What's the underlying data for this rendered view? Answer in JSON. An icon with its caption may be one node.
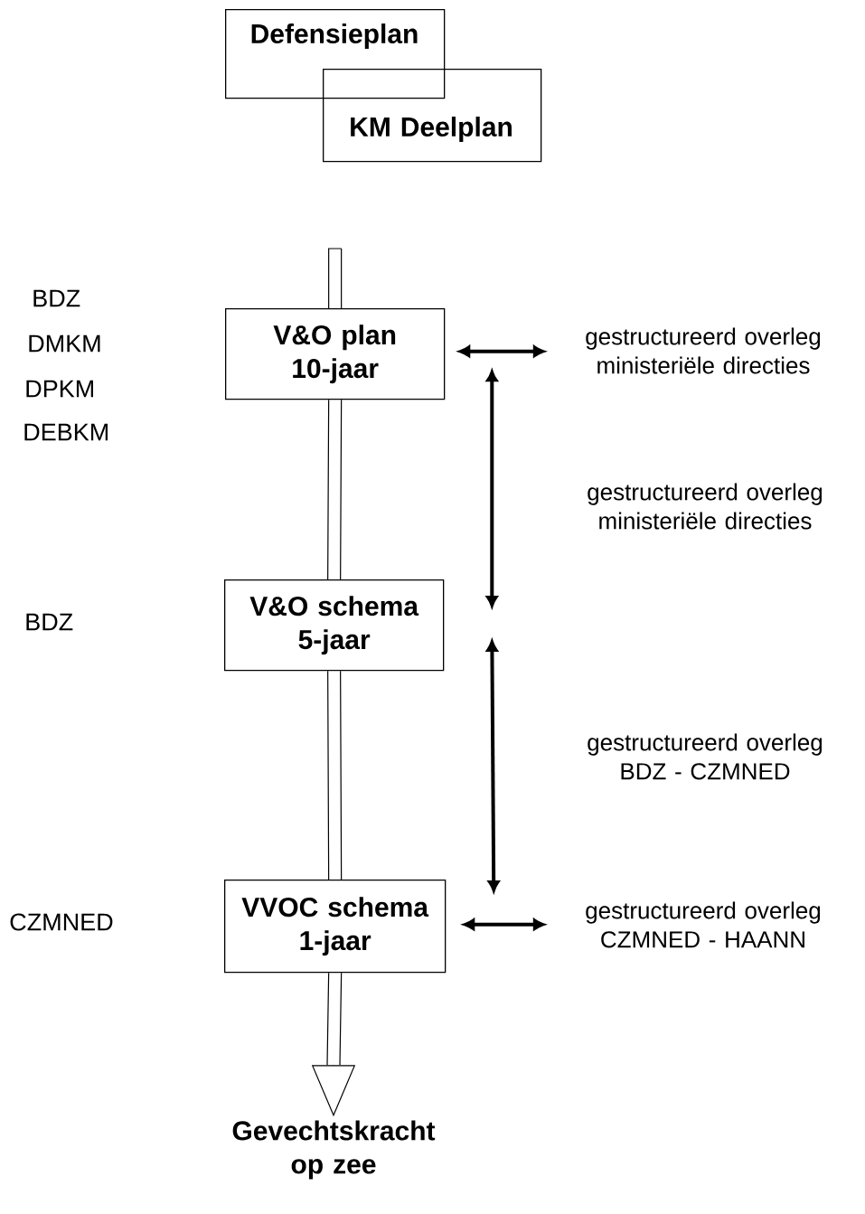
{
  "diagram": {
    "nodes": [
      {
        "text": [
          "Defensieplan"
        ]
      },
      {
        "text": [
          "KM Deelplan"
        ]
      },
      {
        "text": [
          "V&O plan 10-jaar"
        ]
      },
      {
        "text": [
          "V&O schema 5-jaar"
        ]
      },
      {
        "text": [
          "VVOC schema 1-jaar"
        ]
      },
      {
        "text": [
          "Gevechtskracht op zee"
        ]
      },
      {
        "text": [
          "gestructureerd overleg ministeriële directies"
        ]
      },
      {
        "text": [
          "gestructureerd overleg CZMNED - HAANN"
        ]
      }
    ],
    "edges": [
      {
        "from": null,
        "to": 2,
        "arrow": "none"
      },
      {
        "from": 2,
        "to": 3,
        "arrow": "none"
      },
      {
        "from": 3,
        "to": 4,
        "arrow": "none"
      },
      {
        "from": 4,
        "to": 5,
        "arrow": "to"
      },
      {
        "from": 2,
        "to": 6,
        "arrow": "both",
        "style": "thick"
      },
      {
        "from": 2,
        "to": 3,
        "arrow": "both",
        "style": "thick",
        "label": "gestructureerd overleg ministeriële directies"
      },
      {
        "from": 3,
        "to": 4,
        "arrow": "both",
        "style": "thick",
        "label": "gestructureerd overleg BDZ - CZMNED"
      },
      {
        "from": 4,
        "to": 7,
        "arrow": "both",
        "style": "thick"
      }
    ],
    "labels": [
      "BDZ",
      "DMKM",
      "DPKM",
      "DEBKM",
      "BDZ",
      "CZMNED"
    ]
  }
}
